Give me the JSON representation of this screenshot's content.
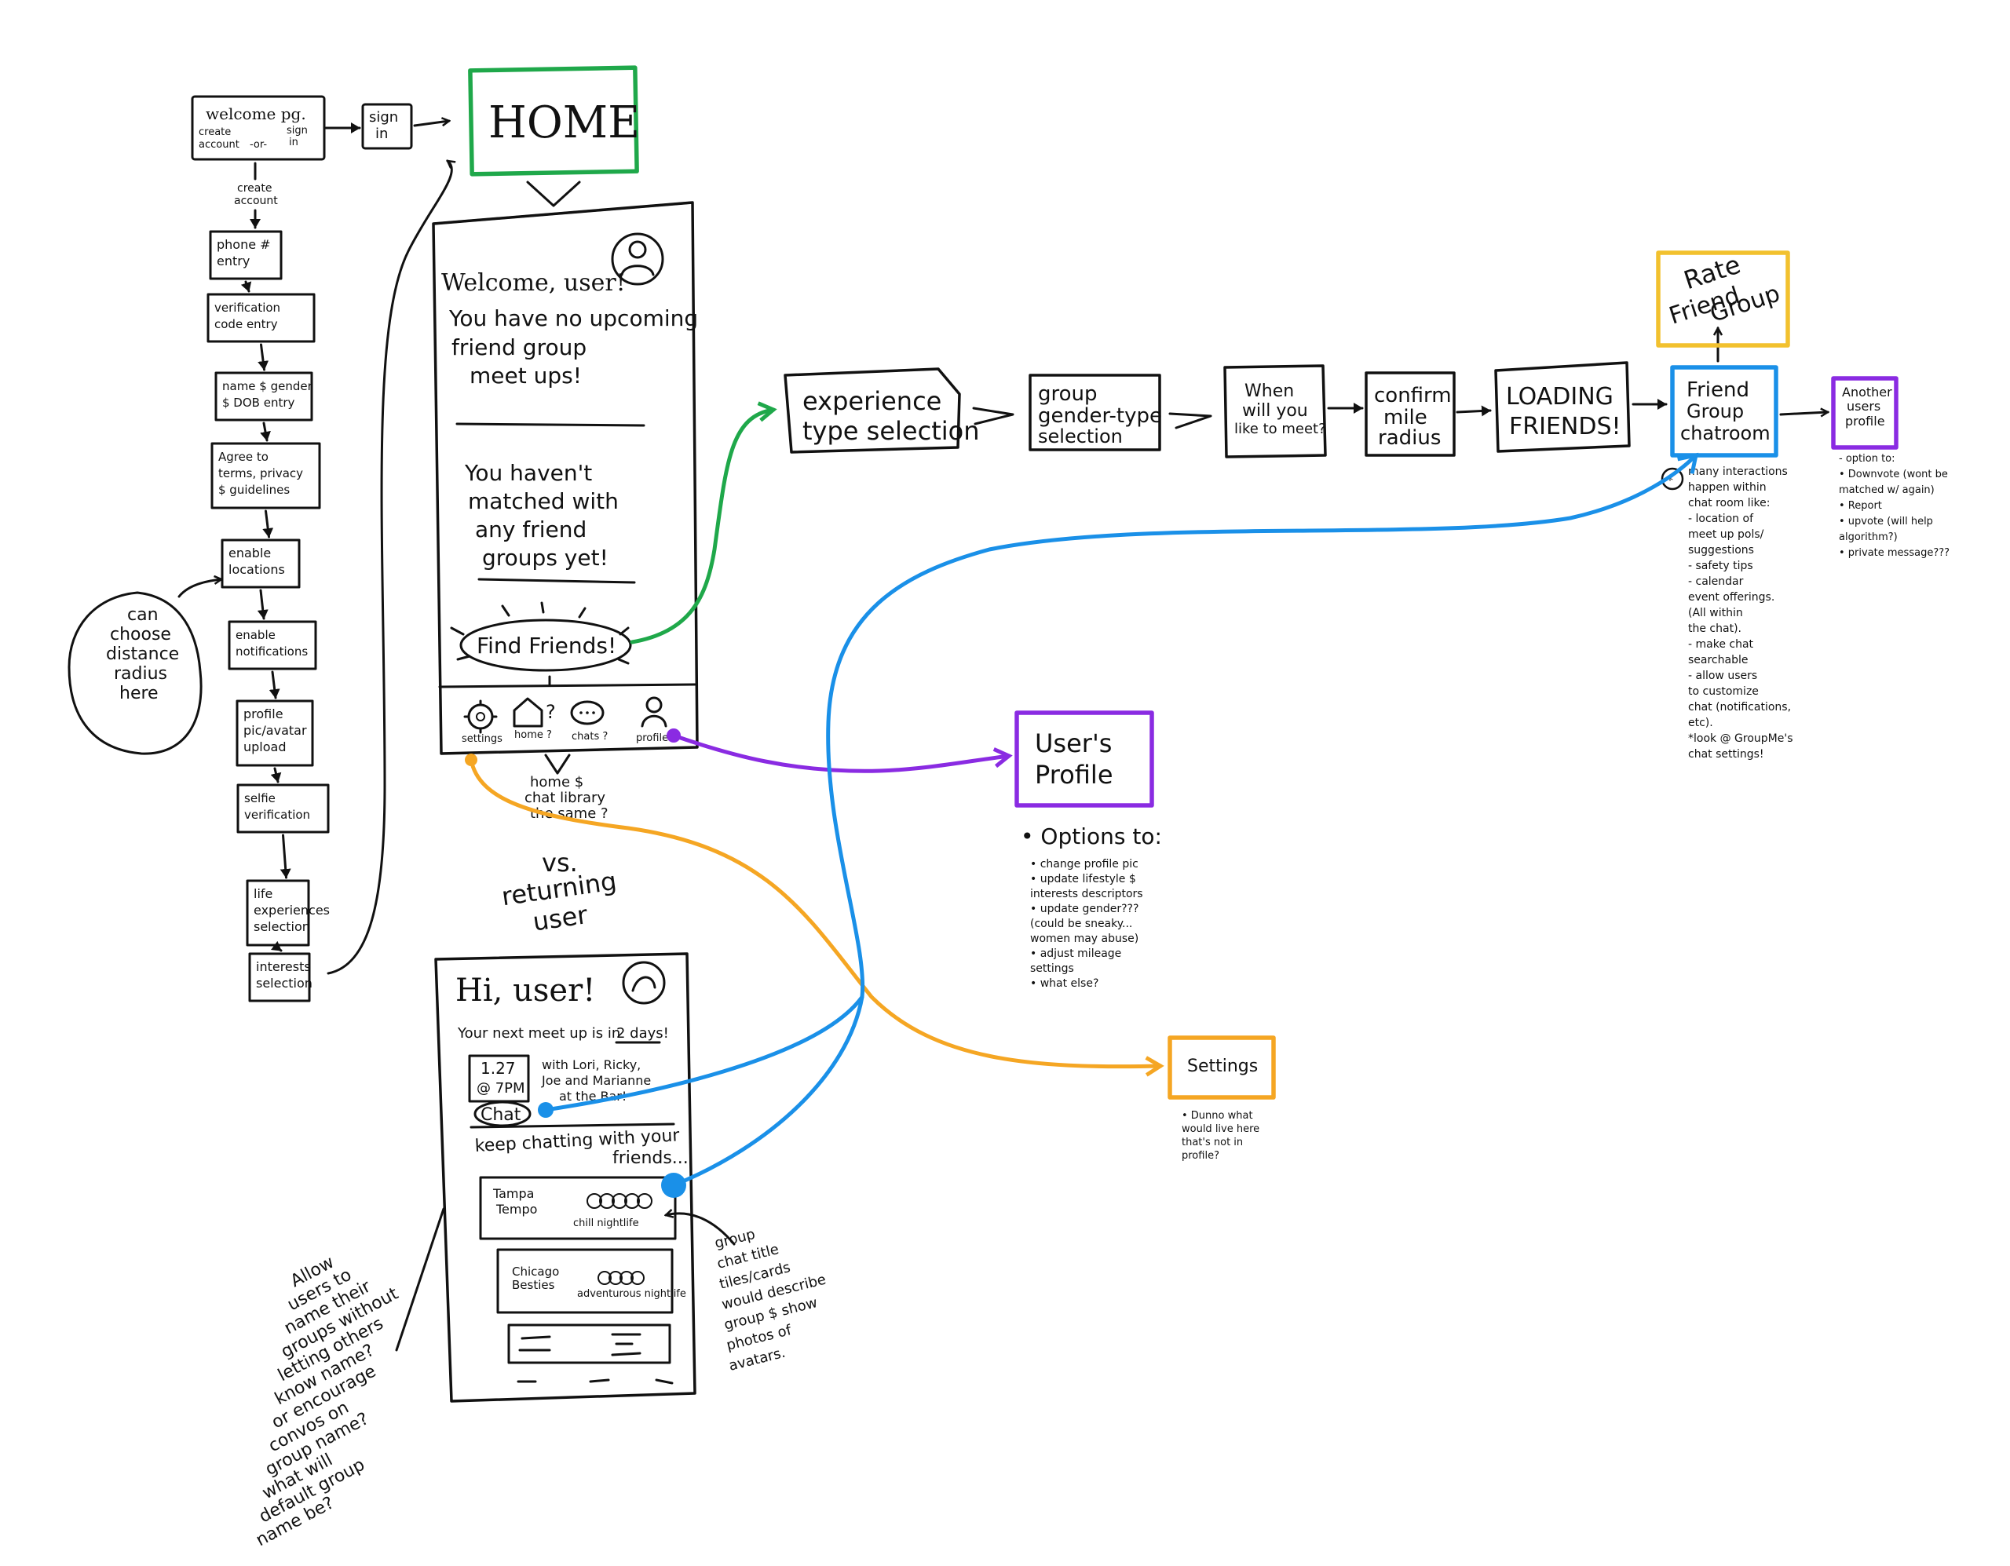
{
  "colors": {
    "ink": "#111111",
    "green": "#1fa84a",
    "yellow": "#f2c12e",
    "blue": "#1a90e8",
    "purple": "#8a2be2",
    "orange": "#f5a623"
  },
  "onboarding": {
    "welcome": {
      "title": "welcome pg.",
      "sub": [
        "create",
        "account",
        "-or-",
        "sign",
        "in"
      ]
    },
    "sign_in": [
      "sign",
      "in"
    ],
    "create_account": [
      "create",
      "account"
    ],
    "steps": [
      [
        "phone #",
        "entry"
      ],
      [
        "verification",
        "code entry"
      ],
      [
        "name $ gender",
        "$ DOB entry"
      ],
      [
        "Agree to",
        "terms, privacy",
        "$ guidelines"
      ],
      [
        "enable",
        "locations"
      ],
      [
        "enable",
        "notifications"
      ],
      [
        "profile",
        "pic/avatar",
        "upload"
      ],
      [
        "selfie",
        "verification"
      ],
      [
        "life",
        "experiences",
        "selection"
      ],
      [
        "interests",
        "selection"
      ]
    ],
    "side_note": [
      "can",
      "choose",
      "distance",
      "radius",
      "here"
    ]
  },
  "home": {
    "label": "HOME",
    "welcome_text": "Welcome, user!",
    "no_meetups": [
      "You have no upcoming",
      "friend group",
      "meet ups!"
    ],
    "no_matches": [
      "You haven't",
      "matched with",
      "any friend",
      "groups yet!"
    ],
    "find_friends": "Find Friends!",
    "nav": [
      "settings",
      "home ?",
      "chats ?",
      "profile ?"
    ],
    "nav_note": [
      "home $",
      "chat library",
      "the same ?"
    ]
  },
  "vs_label": [
    "vs.",
    "returning",
    "user"
  ],
  "returning": {
    "greeting": "Hi, user!",
    "next_meetup_prefix": "Your next meet up is in",
    "next_meetup_days": "2 days!",
    "date": [
      "1.27",
      "@ 7PM"
    ],
    "meetup_detail": [
      "with Lori, Ricky,",
      "Joe and Marianne",
      "at the Bar!"
    ],
    "chat_button": "Chat",
    "keep_chatting": [
      "keep chatting with your",
      "friends..."
    ],
    "groups": [
      {
        "name": [
          "Tampa",
          "Tempo"
        ],
        "tag": "chill nightlife"
      },
      {
        "name": [
          "Chicago",
          "Besties"
        ],
        "tag": "adventurous nightlife"
      }
    ],
    "card_note": [
      "group",
      "chat title",
      "tiles/cards",
      "would describe",
      "group $ show",
      "photos of",
      "avatars."
    ],
    "side_note": [
      "Allow",
      "users to",
      "name their",
      "groups without",
      "letting others",
      "know name?",
      "or encourage",
      "convos on",
      "group name?",
      "what will",
      "default group",
      "name be?"
    ]
  },
  "flow": {
    "steps": [
      [
        "experience",
        "type selection"
      ],
      [
        "group",
        "gender-type",
        "selection"
      ],
      [
        "When",
        "will you",
        "like to meet?"
      ],
      [
        "confirm",
        "mile",
        "radius"
      ],
      [
        "LOADING",
        "FRIENDS!"
      ]
    ],
    "chatroom": [
      "Friend",
      "Group",
      "chatroom"
    ],
    "rate": [
      "Rate",
      "Friend",
      "Group"
    ],
    "another": [
      "Another",
      "users",
      "profile"
    ],
    "chat_notes": [
      "many interactions",
      "happen within",
      "chat room like:",
      "- location of",
      "meet up pols/",
      "suggestions",
      "- safety tips",
      "- calendar",
      "event offerings.",
      "(All within",
      "the chat).",
      "- make chat",
      "searchable",
      "- allow users",
      "to customize",
      "chat (notifications,",
      "etc).",
      "*look @ GroupMe's",
      "chat settings!"
    ],
    "another_notes": [
      "- option to:",
      "• Downvote (wont be",
      "matched w/ again)",
      "• Report",
      "• upvote (will help",
      "algorithm?)",
      "• private message???"
    ]
  },
  "user_profile": {
    "title": [
      "User's",
      "Profile"
    ],
    "options_header": "• Options to:",
    "options": [
      "• change profile pic",
      "• update lifestyle $",
      "interests descriptors",
      "• update gender???",
      "(could be sneaky...",
      "women may abuse)",
      "• adjust mileage",
      "settings",
      "• what else?"
    ]
  },
  "settings": {
    "title": "Settings",
    "notes": [
      "• Dunno what",
      "would live here",
      "that's not in",
      "profile?"
    ]
  }
}
